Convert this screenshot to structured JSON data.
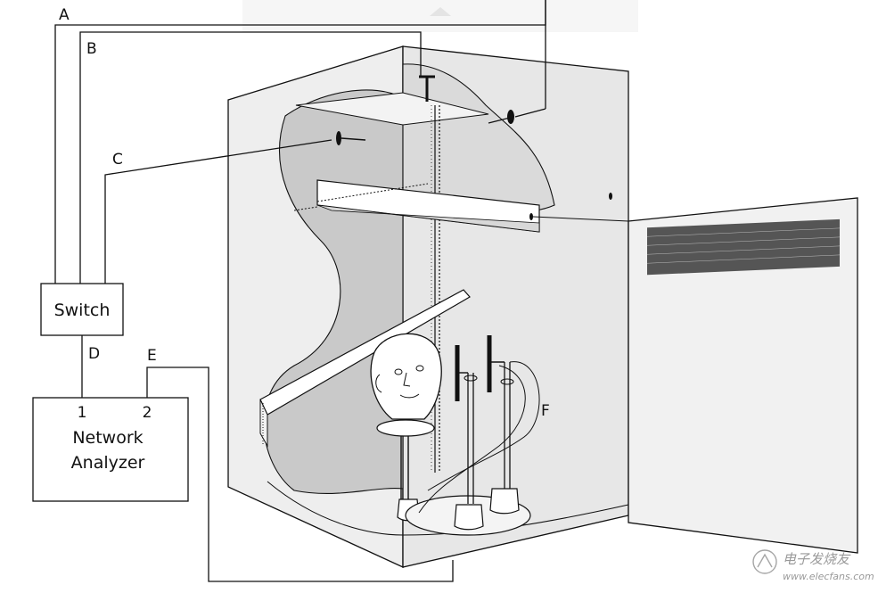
{
  "labels": {
    "a": "A",
    "b": "B",
    "c": "C",
    "d": "D",
    "e": "E",
    "f": "F"
  },
  "switch_box": {
    "label": "Switch"
  },
  "analyzer": {
    "port1": "1",
    "port2": "2",
    "line1": "Network",
    "line2": "Analyzer"
  },
  "watermark": {
    "text": "电子发烧友",
    "url": "www.elecfans.com"
  },
  "colors": {
    "line": "#111111",
    "fill_light": "#e8e8e8",
    "fill_mid": "#c9c9c9"
  }
}
